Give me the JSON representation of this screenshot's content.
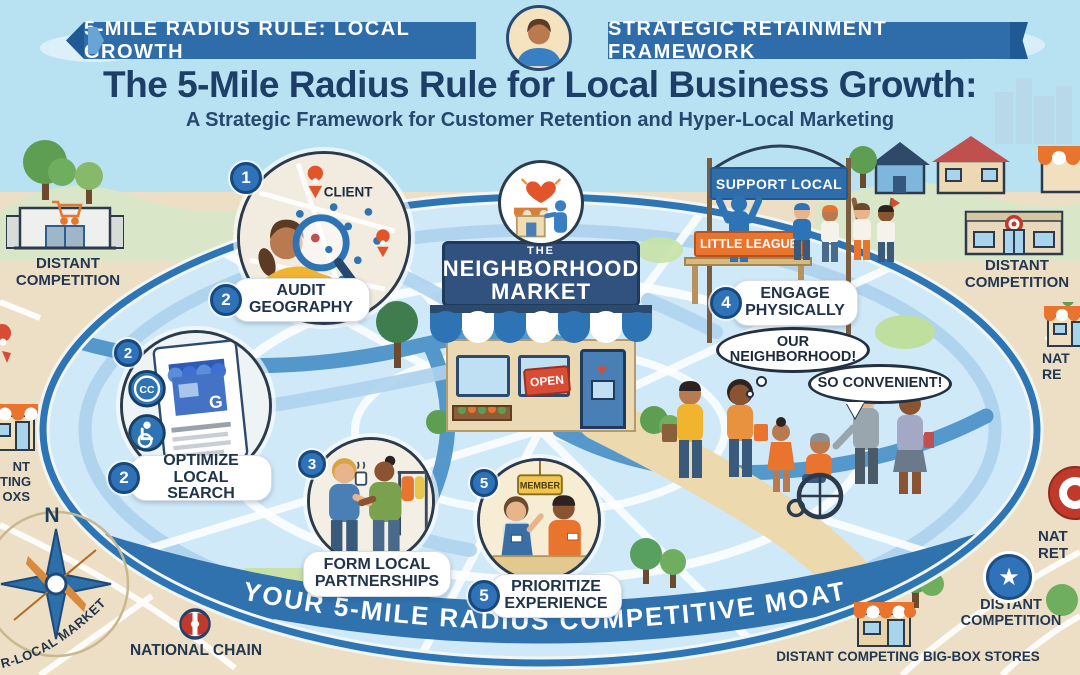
{
  "header": {
    "left_banner": "5-MILE RADIUS RULE: LOCAL GROWTH",
    "right_banner": "STRATEGIC RETAINMENT FRAMEWORK",
    "title": "The 5-Mile Radius Rule for Local Business Growth:",
    "subtitle": "A Strategic Framework for Customer Retention and Hyper-Local Marketing"
  },
  "center_market": {
    "sign_top": "THE",
    "sign_line1": "NEIGHBORHOOD",
    "sign_line2": "MARKET",
    "open_sign": "OPEN"
  },
  "steps": [
    {
      "circle_badge": "1",
      "pill_badge": "2",
      "title": "AUDIT GEOGRAPHY",
      "map_tag": "CLIENT"
    },
    {
      "circle_badge": "2",
      "pill_badge": "2",
      "title": "OPTIMIZE LOCAL SEARCH",
      "gmb_letter": "G",
      "cc_badge": "CC"
    },
    {
      "circle_badge": "3",
      "title": "FORM LOCAL PARTNERSHIPS"
    },
    {
      "pill_badge": "4",
      "title": "ENGAGE PHYSICALLY"
    },
    {
      "circle_badge": "5",
      "pill_badge": "5",
      "title": "PRIORITIZE EXPERIENCE",
      "member_sign": "MEMBER"
    }
  ],
  "scene": {
    "support_local": "SUPPORT LOCAL",
    "little_league": "LITTLE LEAGUE",
    "bubble_our": "OUR NEIGHBORHOOD!",
    "bubble_convenient": "SO CONVENIENT!",
    "moat_banner": "YOUR 5-MILE RADIUS COMPETITIVE MOAT",
    "compass_n": "N",
    "compass_arc": "R-LOCAL MARKET"
  },
  "outer": {
    "distant_left": "DISTANT COMPETITION",
    "distant_right": "DISTANT COMPETITION",
    "distant_star": "DISTANT COMPETITION",
    "big_box": "DISTANT COMPETING BIG-BOX STORES",
    "national_chain": "NATIONAL CHAIN",
    "edge_left_1": "NT",
    "edge_left_2": "TING",
    "edge_left_3": "OXS",
    "edge_right_a1": "NAT",
    "edge_right_a2": "RE",
    "edge_right_b1": "NAT",
    "edge_right_b2": "RET"
  },
  "icons": {
    "star": "★",
    "heart": "♥"
  },
  "colors": {
    "banner_blue": "#2e6da9",
    "navy_text": "#1d3e66",
    "orange": "#e8742e",
    "red": "#d84b35",
    "beige_land": "#ecdfc6",
    "sky": "#b8e1f2",
    "map_fill": "#cfe9f8",
    "moat_band": "#2f72ae",
    "yellow": "#f0b42e"
  }
}
